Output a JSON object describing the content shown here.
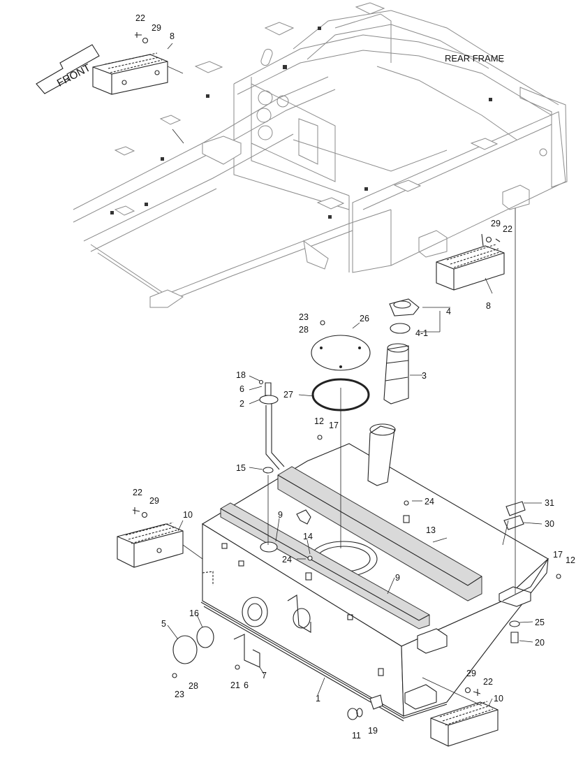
{
  "labels": {
    "front": "FRONT",
    "rear_frame": "REAR FRAME",
    "callouts": {
      "c1": "1",
      "c2": "2",
      "c3": "3",
      "c4": "4",
      "c4_1": "4-1",
      "c5": "5",
      "c6a": "6",
      "c6b": "6",
      "c7": "7",
      "c8a": "8",
      "c8b": "8",
      "c9a": "9",
      "c9b": "9",
      "c10a": "10",
      "c10b": "10",
      "c11": "11",
      "c12a": "12",
      "c12b": "12",
      "c13": "13",
      "c14": "14",
      "c15": "15",
      "c16": "16",
      "c17a": "17",
      "c17b": "17",
      "c18": "18",
      "c19": "19",
      "c20": "20",
      "c21": "21",
      "c22a": "22",
      "c22b": "22",
      "c22c": "22",
      "c22d": "22",
      "c23a": "23",
      "c23b": "23",
      "c24a": "24",
      "c24b": "24",
      "c25": "25",
      "c26": "26",
      "c27": "27",
      "c28a": "28",
      "c28b": "28",
      "c29a": "29",
      "c29b": "29",
      "c29c": "29",
      "c29d": "29",
      "c30": "30",
      "c31": "31"
    }
  }
}
